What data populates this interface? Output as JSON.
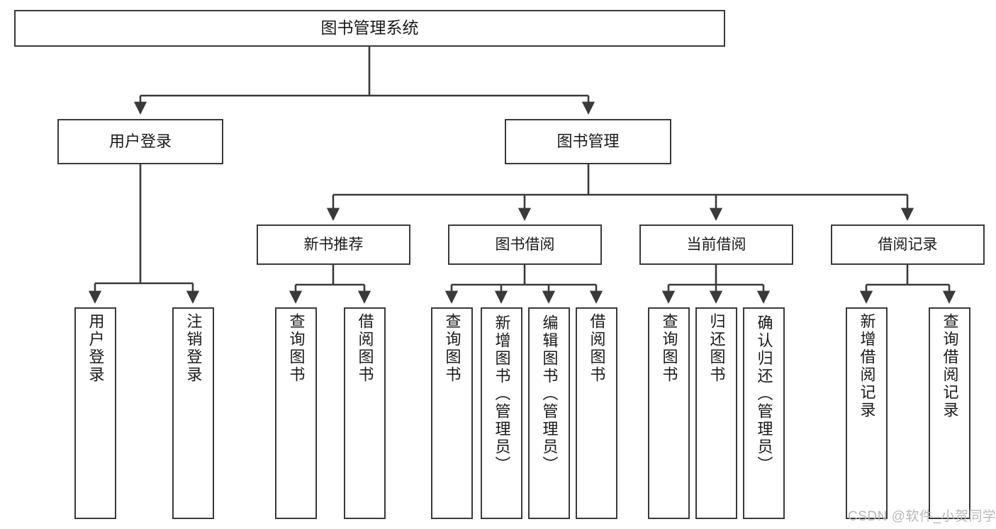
{
  "diagram": {
    "type": "hierarchy-tree",
    "title": "图书管理系统",
    "watermark": "CSDN @软件_小贺同学",
    "colors": {
      "stroke": "#3a3a3a",
      "fill": "#ffffff",
      "text": "#1a1a1a",
      "watermark": "#b8b8b8"
    },
    "root": {
      "label": "图书管理系统"
    },
    "level2": [
      {
        "id": "user-login",
        "label": "用户登录"
      },
      {
        "id": "book-manage",
        "label": "图书管理"
      }
    ],
    "level3": [
      {
        "id": "new-book-recommend",
        "label": "新书推荐",
        "parent": "book-manage"
      },
      {
        "id": "book-borrow",
        "label": "图书借阅",
        "parent": "book-manage"
      },
      {
        "id": "current-borrow",
        "label": "当前借阅",
        "parent": "book-manage"
      },
      {
        "id": "borrow-record",
        "label": "借阅记录",
        "parent": "book-manage"
      }
    ],
    "leaves": [
      {
        "id": "leaf-user-login",
        "label": "用户登录",
        "parent": "user-login"
      },
      {
        "id": "leaf-logout",
        "label": "注销登录",
        "parent": "user-login"
      },
      {
        "id": "leaf-query-book-1",
        "label": "查询图书",
        "parent": "new-book-recommend"
      },
      {
        "id": "leaf-borrow-book-1",
        "label": "借阅图书",
        "parent": "new-book-recommend"
      },
      {
        "id": "leaf-query-book-2",
        "label": "查询图书",
        "parent": "book-borrow"
      },
      {
        "id": "leaf-add-book",
        "label": "新增图书（管理员）",
        "parent": "book-borrow"
      },
      {
        "id": "leaf-edit-book",
        "label": "编辑图书（管理员）",
        "parent": "book-borrow"
      },
      {
        "id": "leaf-borrow-book-2",
        "label": "借阅图书",
        "parent": "book-borrow"
      },
      {
        "id": "leaf-query-book-3",
        "label": "查询图书",
        "parent": "current-borrow"
      },
      {
        "id": "leaf-return-book",
        "label": "归还图书",
        "parent": "current-borrow"
      },
      {
        "id": "leaf-confirm-return",
        "label": "确认归还（管理员）",
        "parent": "current-borrow"
      },
      {
        "id": "leaf-add-record",
        "label": "新增借阅记录",
        "parent": "borrow-record"
      },
      {
        "id": "leaf-query-record",
        "label": "查询借阅记录",
        "parent": "borrow-record"
      }
    ]
  }
}
